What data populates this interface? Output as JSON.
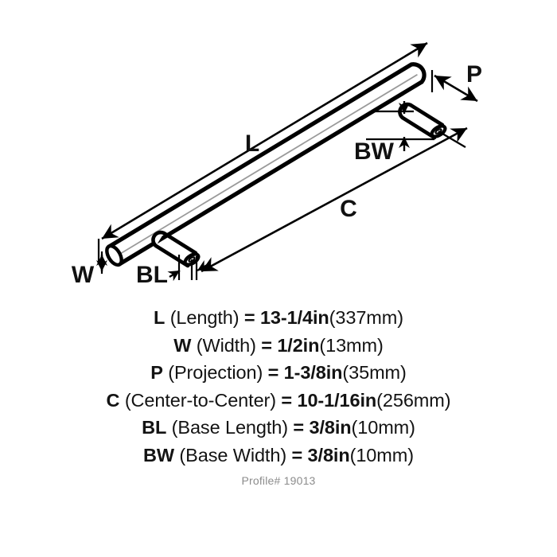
{
  "product": {
    "type": "bar-pull-handle-dimension-diagram",
    "profile_label": "Profile# 19013"
  },
  "diagram": {
    "callouts": [
      {
        "key": "L",
        "label": "L",
        "name": "length-callout"
      },
      {
        "key": "W",
        "label": "W",
        "name": "width-callout"
      },
      {
        "key": "P",
        "label": "P",
        "name": "projection-callout"
      },
      {
        "key": "C",
        "label": "C",
        "name": "center-to-center-callout"
      },
      {
        "key": "BL",
        "label": "BL",
        "name": "base-length-callout"
      },
      {
        "key": "BW",
        "label": "BW",
        "name": "base-width-callout"
      }
    ],
    "line_color": "#000000",
    "highlight_color": "#9a9a9a"
  },
  "specs": [
    {
      "abbr": "L",
      "name": " (Length) ",
      "eq": "= ",
      "value_in": "13-1/4in",
      "value_mm": "(337mm)"
    },
    {
      "abbr": "W",
      "name": " (Width) ",
      "eq": "= ",
      "value_in": "1/2in",
      "value_mm": "(13mm)"
    },
    {
      "abbr": "P",
      "name": " (Projection) ",
      "eq": "= ",
      "value_in": "1-3/8in",
      "value_mm": "(35mm)"
    },
    {
      "abbr": "C",
      "name": " (Center-to-Center) ",
      "eq": "= ",
      "value_in": "10-1/16in",
      "value_mm": "(256mm)"
    },
    {
      "abbr": "BL",
      "name": " (Base Length) ",
      "eq": "= ",
      "value_in": "3/8in",
      "value_mm": "(10mm)"
    },
    {
      "abbr": "BW",
      "name": " (Base Width) ",
      "eq": "= ",
      "value_in": "3/8in",
      "value_mm": "(10mm)"
    }
  ]
}
